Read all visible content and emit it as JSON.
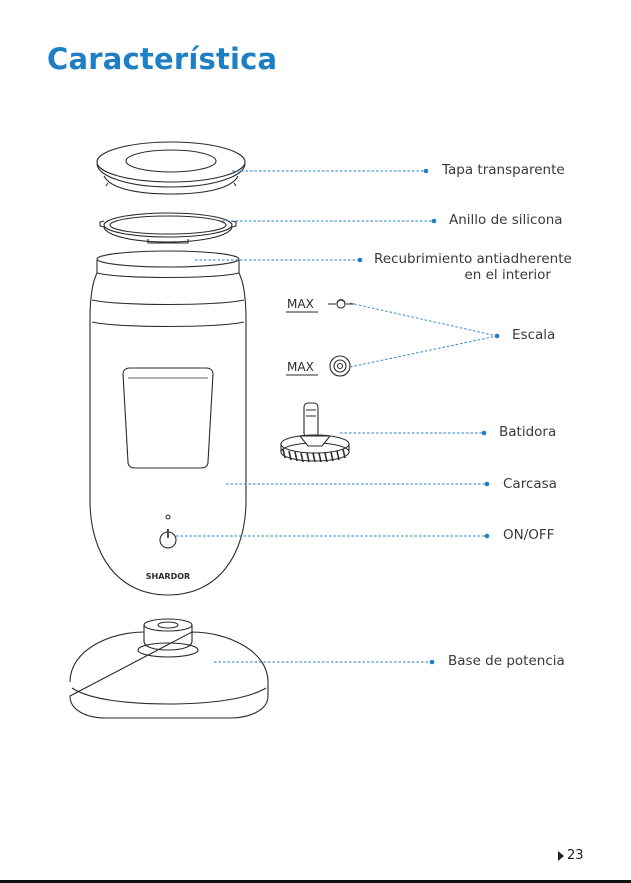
{
  "page": {
    "title": "Característica",
    "page_number": "23"
  },
  "labels": {
    "tapa": "Tapa transparente",
    "anillo": "Anillo de silicona",
    "recubrimiento_1": "Recubrimiento antiadherente",
    "recubrimiento_2": "en el interior",
    "escala": "Escala",
    "batidora": "Batidora",
    "carcasa": "Carcasa",
    "onoff": "ON/OFF",
    "base": "Base de potencia"
  },
  "product": {
    "brand": "SHARDOR",
    "max_mark": "MAX"
  },
  "colors": {
    "accent": "#1f7fc4",
    "line": "#2b2b2b"
  }
}
